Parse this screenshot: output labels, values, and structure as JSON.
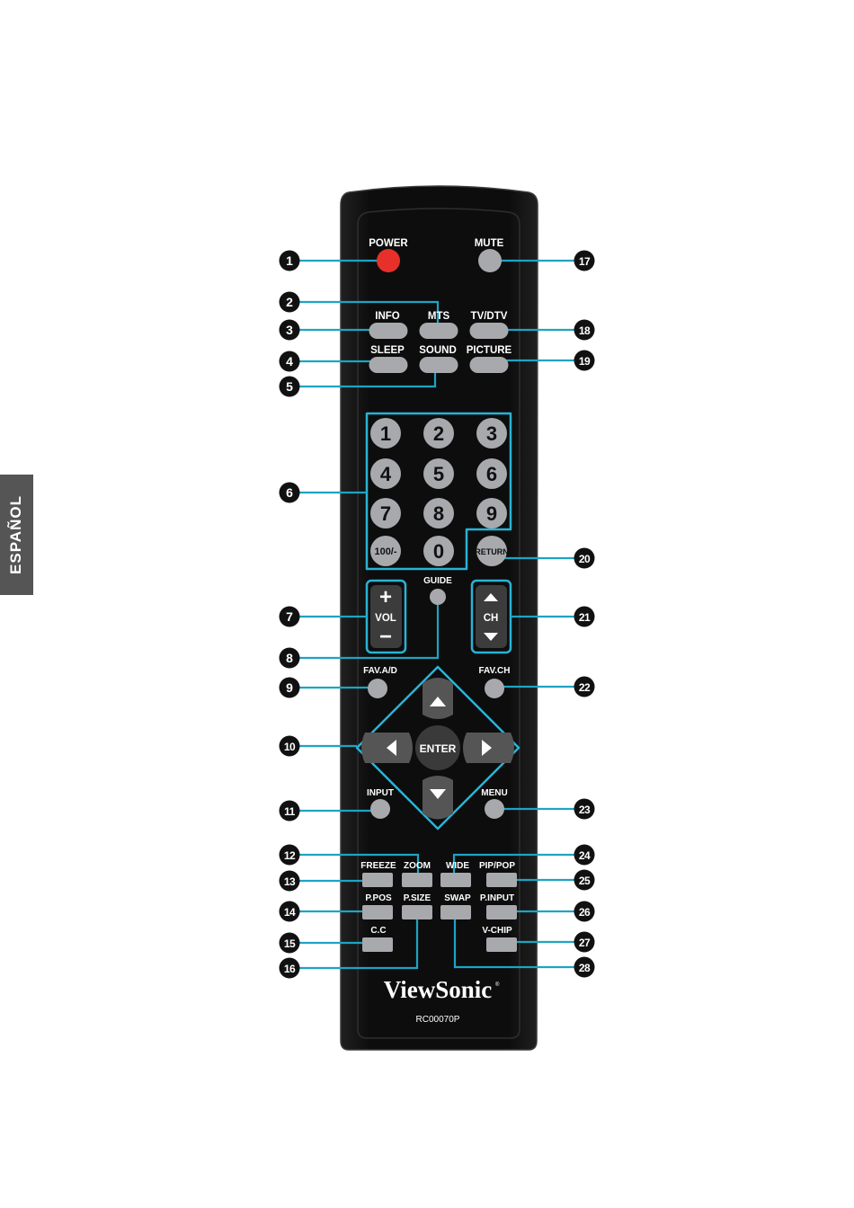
{
  "side_tab": {
    "label": "ESPAÑOL"
  },
  "remote": {
    "brand": "ViewSonic",
    "model": "RC00070P",
    "colors": {
      "body": "#111111",
      "button": "#a7a9ac",
      "power": "#e8302a",
      "leader": "#1ea4c3",
      "outline": "#2ab3d5"
    },
    "labels": [
      {
        "id": "power",
        "text": "POWER"
      },
      {
        "id": "mute",
        "text": "MUTE"
      },
      {
        "id": "info",
        "text": "INFO"
      },
      {
        "id": "mts",
        "text": "MTS"
      },
      {
        "id": "tvdtv",
        "text": "TV/DTV"
      },
      {
        "id": "sleep",
        "text": "SLEEP"
      },
      {
        "id": "sound",
        "text": "SOUND"
      },
      {
        "id": "picture",
        "text": "PICTURE"
      },
      {
        "id": "guide",
        "text": "GUIDE"
      },
      {
        "id": "vol",
        "text": "VOL"
      },
      {
        "id": "ch",
        "text": "CH"
      },
      {
        "id": "fav-ad",
        "text": "FAV.A/D"
      },
      {
        "id": "fav-ch",
        "text": "FAV.CH"
      },
      {
        "id": "input",
        "text": "INPUT"
      },
      {
        "id": "menu",
        "text": "MENU"
      },
      {
        "id": "freeze",
        "text": "FREEZE"
      },
      {
        "id": "zoom",
        "text": "ZOOM"
      },
      {
        "id": "wide",
        "text": "WIDE"
      },
      {
        "id": "pip-pop",
        "text": "PIP/POP"
      },
      {
        "id": "p-pos",
        "text": "P.POS"
      },
      {
        "id": "p-size",
        "text": "P.SIZE"
      },
      {
        "id": "swap",
        "text": "SWAP"
      },
      {
        "id": "p-input",
        "text": "P.INPUT"
      },
      {
        "id": "cc",
        "text": "C.C"
      },
      {
        "id": "v-chip",
        "text": "V-CHIP"
      }
    ],
    "keypad": [
      "1",
      "2",
      "3",
      "4",
      "5",
      "6",
      "7",
      "8",
      "9",
      "100/-",
      "0",
      "RETURN"
    ],
    "enter": "ENTER",
    "vol_plus": "+",
    "vol_minus": "−"
  },
  "callouts": [
    "1",
    "2",
    "3",
    "4",
    "5",
    "6",
    "7",
    "8",
    "9",
    "10",
    "11",
    "12",
    "13",
    "14",
    "15",
    "16",
    "17",
    "18",
    "19",
    "20",
    "21",
    "22",
    "23",
    "24",
    "25",
    "26",
    "27",
    "28"
  ]
}
